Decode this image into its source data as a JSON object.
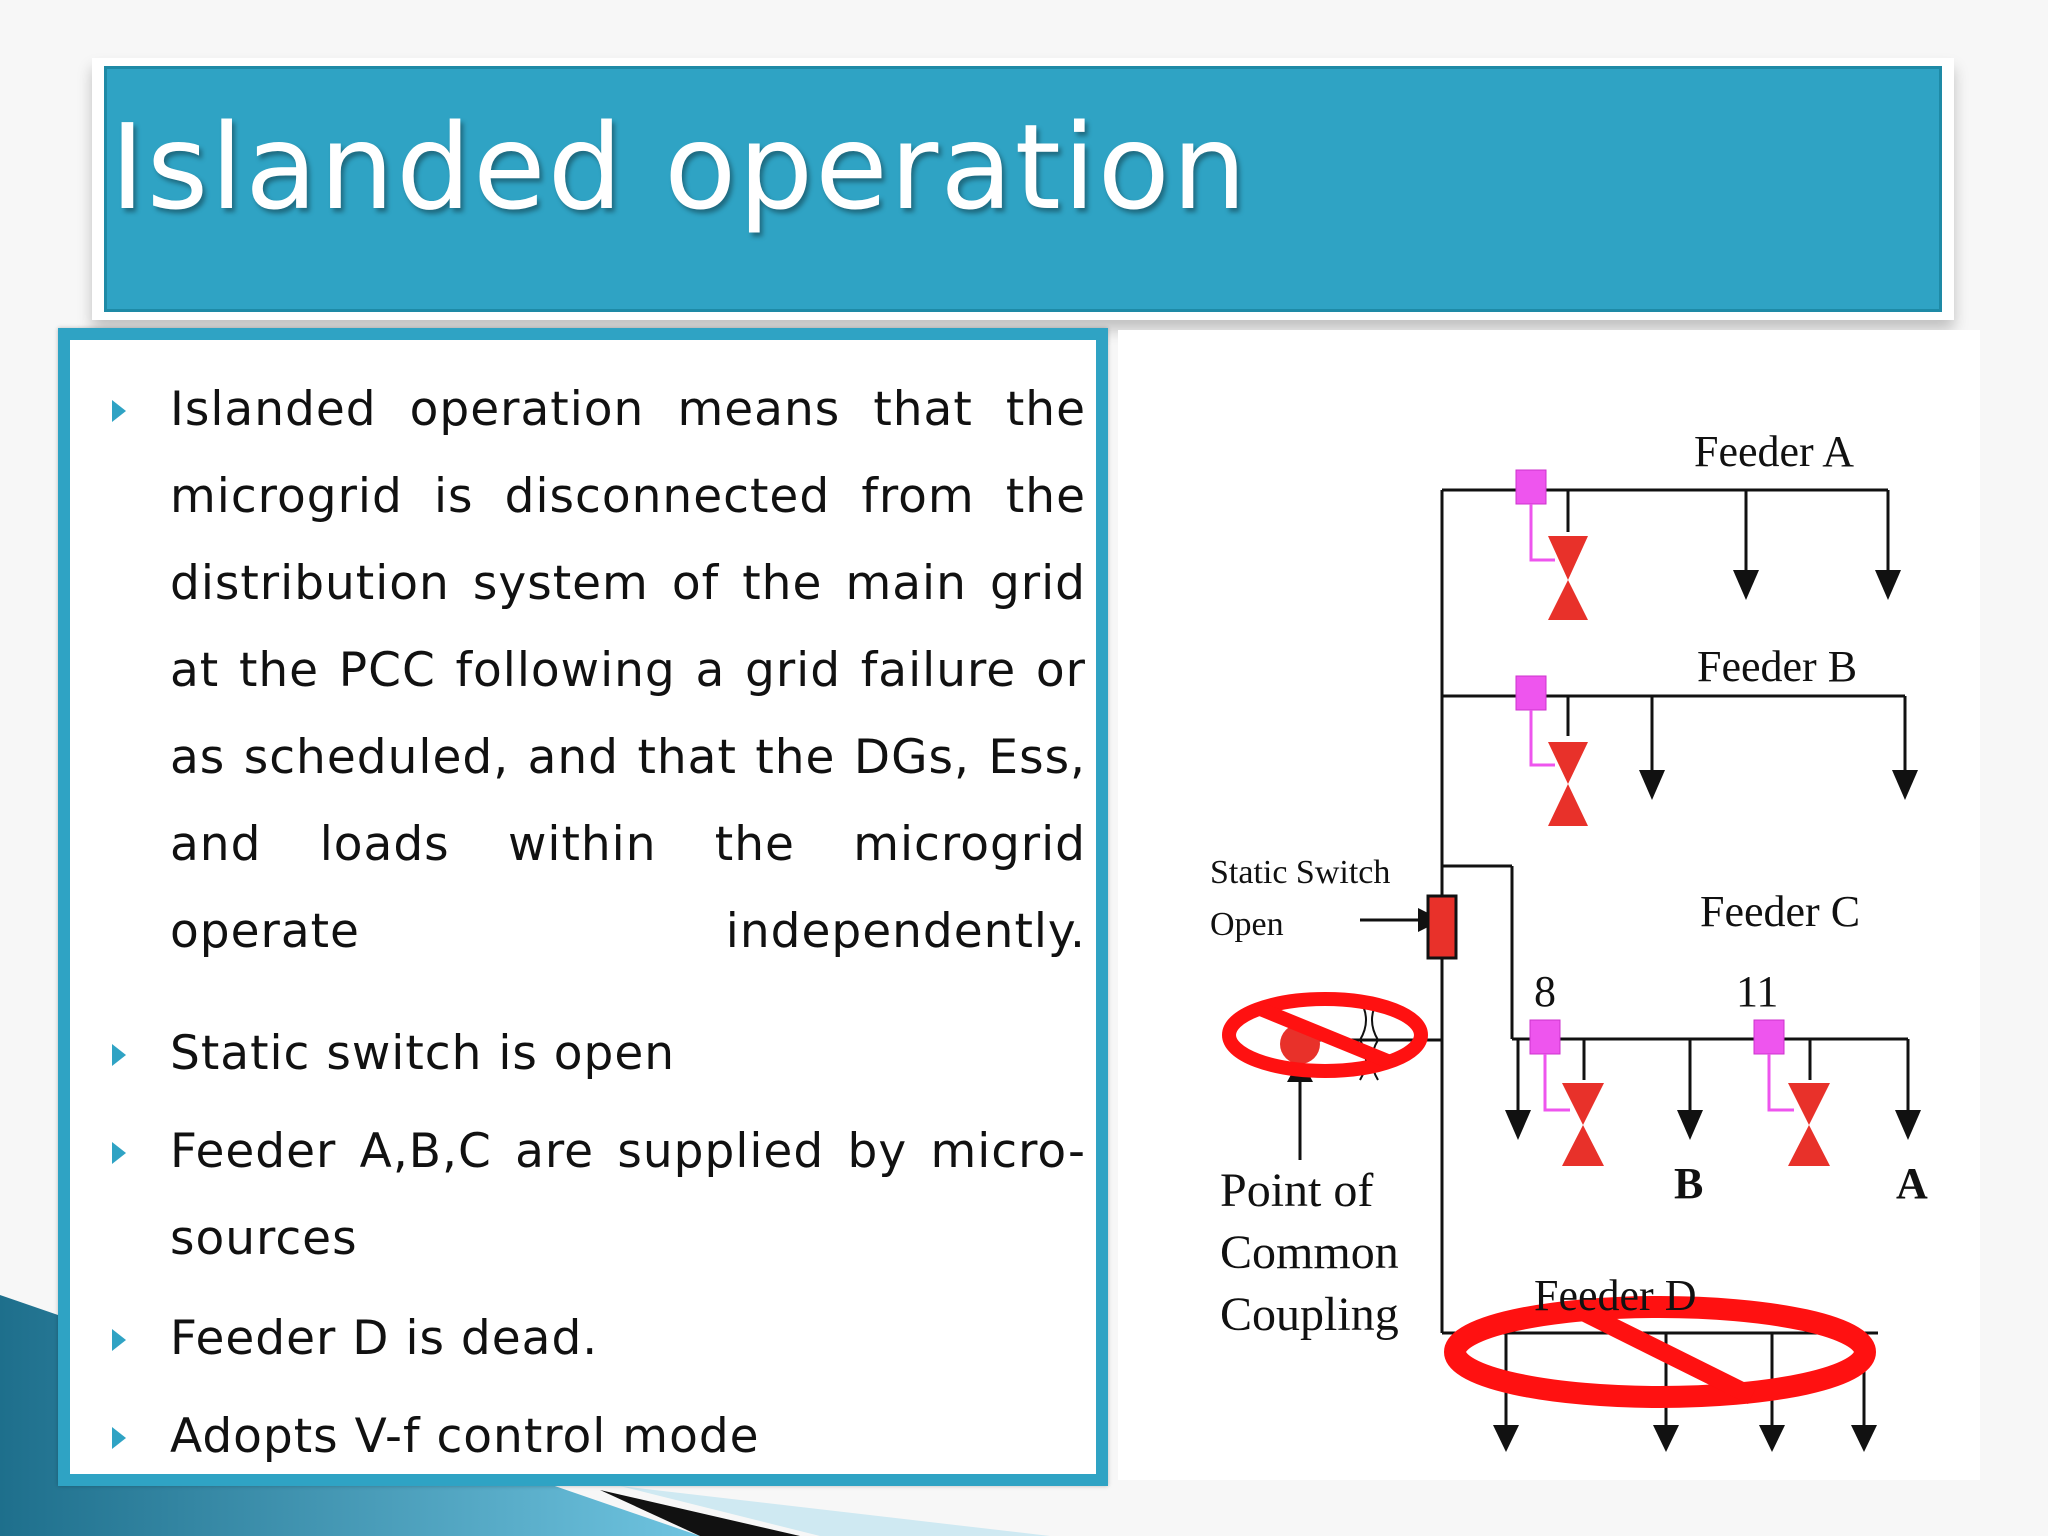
{
  "slide": {
    "title": "Islanded operation",
    "bullets": [
      " Islanded operation means that the microgrid is disconnected from the distribution system of the main grid at the PCC following a grid failure or as scheduled, and that the DGs, Ess, and loads within the microgrid operate independently.",
      "Static switch is open",
      "Feeder A,B,C are supplied by micro-sources",
      "Feeder D is dead.",
      "Adopts V-f control mode"
    ],
    "bullet_icon": "triangle-right-icon"
  },
  "diagram": {
    "feeder_a": "Feeder A",
    "feeder_b": "Feeder B",
    "feeder_c": "Feeder C",
    "feeder_d": "Feeder D",
    "static_switch_line1": "Static Switch",
    "static_switch_line2": "Open",
    "pcc_line1": "Point of",
    "pcc_line2": "Common",
    "pcc_line3": "Coupling",
    "bus_8": "8",
    "bus_11": "11",
    "label_b": "B",
    "label_a": "A",
    "colors": {
      "switch_red": "#e8312a",
      "no_sign_red": "#ff1111",
      "breaker_magenta": "#ee55ee",
      "line": "#111111"
    }
  },
  "theme": {
    "accent": "#2fa3c4",
    "accent_dark": "#1e8aa6"
  }
}
